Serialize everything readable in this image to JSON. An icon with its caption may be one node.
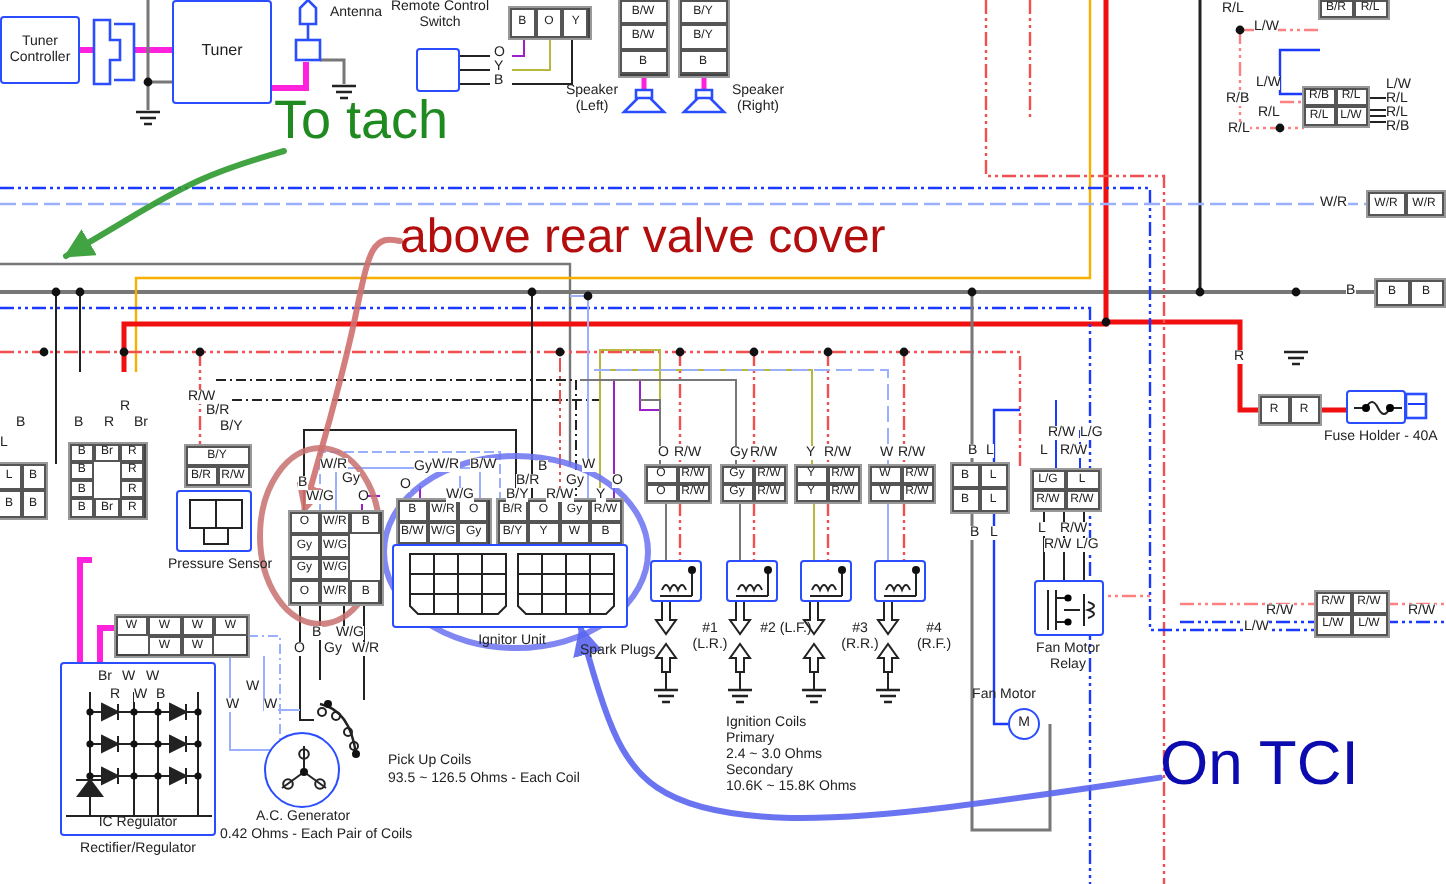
{
  "diagram": {
    "nodes": [
      {
        "text": [
          "Tuner Controller"
        ]
      },
      {
        "text": [
          "Tuner"
        ]
      },
      {
        "text": [
          "Remote Control Switch"
        ]
      },
      {
        "text": [
          "B",
          "O",
          "Y"
        ]
      },
      {
        "text": [
          "B/W",
          "B/W",
          "B"
        ],
        "beside": [
          "Speaker (Left)"
        ]
      },
      {
        "text": [
          "B/Y",
          "B/Y",
          "B"
        ],
        "beside": [
          "Speaker (Right)"
        ]
      },
      {
        "text": [
          "B/R",
          "R/L"
        ]
      },
      {
        "text": [
          "R/B",
          "R/L",
          "R/L",
          "L/W"
        ]
      },
      {
        "text": [
          "W/R",
          "W/R"
        ]
      },
      {
        "text": [
          "B",
          "B"
        ]
      },
      {
        "text": [
          "L",
          "B",
          "B",
          "B"
        ]
      },
      {
        "text": [
          "B",
          "Br",
          "R",
          "B",
          "R",
          "B",
          "R",
          "B",
          "Br",
          "R"
        ]
      },
      {
        "text": [
          "B/Y",
          "B/R",
          "R/W"
        ]
      },
      {
        "text": [],
        "shape": "box",
        "beside": [
          "Pressure Sensor"
        ]
      },
      {
        "text": [
          "O",
          "W/R",
          "B",
          "Gy",
          "W/G",
          "Gy",
          "W/G",
          "O",
          "W/R",
          "B"
        ]
      },
      {
        "text": [
          "B",
          "W/R",
          "O",
          "B/W",
          "W/G",
          "Gy"
        ]
      },
      {
        "text": [
          "B/R",
          "O",
          "Gy",
          "R/W",
          "B/Y",
          "Y",
          "W",
          "B"
        ]
      },
      {
        "text": [],
        "shape": "box",
        "beside": [
          "Ignitor Unit"
        ]
      },
      {
        "text": [
          "O",
          "R/W",
          "O",
          "R/W"
        ]
      },
      {
        "text": [
          "Gy",
          "R/W",
          "Gy",
          "R/W"
        ]
      },
      {
        "text": [
          "Y",
          "R/W",
          "Y",
          "R/W"
        ]
      },
      {
        "text": [
          "W",
          "R/W",
          "W",
          "R/W"
        ]
      },
      {
        "text": [],
        "shape": "box",
        "beside": [
          "#1 (L.R.)"
        ]
      },
      {
        "text": [],
        "shape": "box",
        "beside": [
          "#2 (L.F.)"
        ]
      },
      {
        "text": [],
        "shape": "box",
        "beside": [
          "#3 (R.R.)"
        ]
      },
      {
        "text": [],
        "shape": "box",
        "beside": [
          "#4 (R.F.)"
        ]
      },
      {
        "text": [
          "B",
          "L",
          "B",
          "L"
        ]
      },
      {
        "text": [
          "L/G",
          "L",
          "R/W",
          "R/W"
        ]
      },
      {
        "text": [],
        "shape": "box",
        "beside": [
          "Fan Motor Relay"
        ]
      },
      {
        "text": [
          "M"
        ],
        "beside": [
          "Fan Motor"
        ]
      },
      {
        "text": [
          "R",
          "R"
        ]
      },
      {
        "text": [],
        "shape": "box",
        "beside": [
          "Fuse Holder - 40A"
        ]
      },
      {
        "text": [
          "R/W",
          "R/W",
          "L/W",
          "L/W"
        ]
      },
      {
        "text": [
          "W",
          "W",
          "W",
          "W",
          "W",
          "W"
        ]
      },
      {
        "text": [
          "IC Regulator"
        ],
        "beside": [
          "Rectifier/Regulator"
        ]
      },
      {
        "text": [],
        "shape": "circle",
        "beside": [
          "A.C. Generator",
          "0.42 Ohms - Each Pair of Coils"
        ]
      },
      {
        "text": [
          "To tach"
        ]
      },
      {
        "text": [
          "above rear valve cover"
        ]
      },
      {
        "text": [
          "On TCI"
        ]
      }
    ],
    "edges": [
      {
        "from": 36,
        "to": null,
        "arrow": "to",
        "color": "#2e9a2e"
      },
      {
        "from": 37,
        "to": 14,
        "arrow": "to",
        "color": "#d07070"
      },
      {
        "from": 38,
        "to": 17,
        "arrow": "to",
        "color": "#5a66f0"
      }
    ],
    "labels": [
      "Antenna",
      "O",
      "Y",
      "B",
      "R/L",
      "L/W",
      "L/W",
      "R/B",
      "R/L",
      "R/L",
      "L/W",
      "R/L",
      "R/L",
      "R/B",
      "W/R",
      "B",
      "R",
      "B",
      "L",
      "B",
      "R",
      "R",
      "Br",
      "R/W",
      "B/R",
      "B/Y",
      "B",
      "W/R",
      "Gy",
      "W/G",
      "O",
      "Gy",
      "W/R",
      "O",
      "W/G",
      "B/W",
      "B/R",
      "B",
      "B/Y",
      "R/W",
      "Gy",
      "W",
      "Y",
      "O",
      "O",
      "R/W",
      "Gy",
      "R/W",
      "Y",
      "R/W",
      "W",
      "R/W",
      "B",
      "L",
      "R/W",
      "L/G",
      "L",
      "R/W",
      "B",
      "L",
      "L",
      "R/W",
      "R/W",
      "L/G",
      "O",
      "B",
      "W/G",
      "Gy",
      "W/R",
      "Br",
      "W",
      "W",
      "R",
      "W",
      "B",
      "W",
      "W",
      "W",
      "Pick Up Coils",
      "93.5 ~ 126.5 Ohms - Each Coil",
      "Spark Plugs",
      "Ignition Coils",
      "Primary",
      "2.4 ~ 3.0 Ohms",
      "Secondary",
      "10.6K ~ 15.8K Ohms",
      "R/W",
      "L/W",
      "R/W"
    ]
  }
}
